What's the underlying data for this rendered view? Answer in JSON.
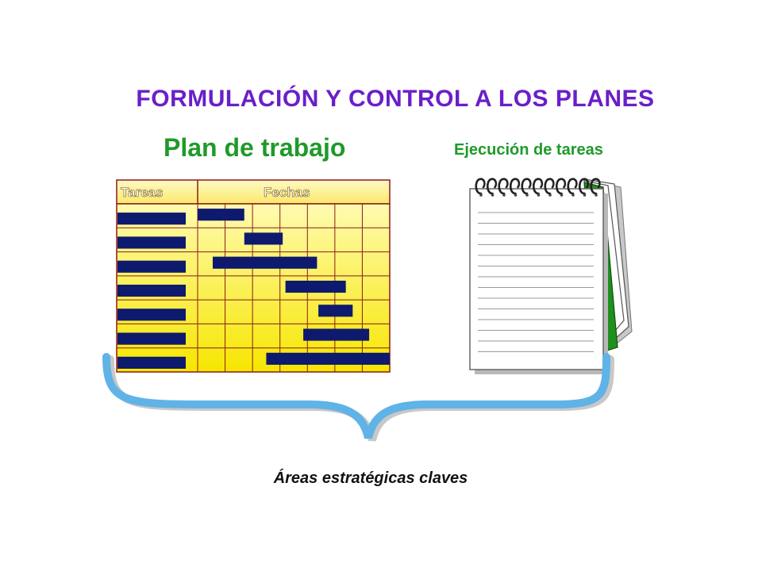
{
  "title": "FORMULACIÓN Y CONTROL A LOS PLANES",
  "plan": {
    "title": "Plan de trabajo",
    "headers": {
      "tasks": "Tareas",
      "dates": "Fechas"
    },
    "bars": [
      {
        "start": 0,
        "end": 1.7
      },
      {
        "start": 1.7,
        "end": 3.1
      },
      {
        "start": 0.55,
        "end": 4.35
      },
      {
        "start": 3.2,
        "end": 5.4
      },
      {
        "start": 4.4,
        "end": 5.65
      },
      {
        "start": 3.85,
        "end": 6.25
      },
      {
        "start": 2.5,
        "end": 7
      }
    ]
  },
  "execution": {
    "title": "Ejecución de tareas"
  },
  "areas": {
    "label": "Áreas estratégicas claves"
  },
  "colors": {
    "title": "#6a1fc8",
    "subtitle": "#1f9a2a",
    "bar": "#0d1a6e",
    "gridline": "#8b1a1a",
    "grid_fill_top": "#fffbb0",
    "grid_fill_bottom": "#f6e600",
    "brace": "#5fb3e6",
    "notebook_green": "#1f8f1f"
  }
}
